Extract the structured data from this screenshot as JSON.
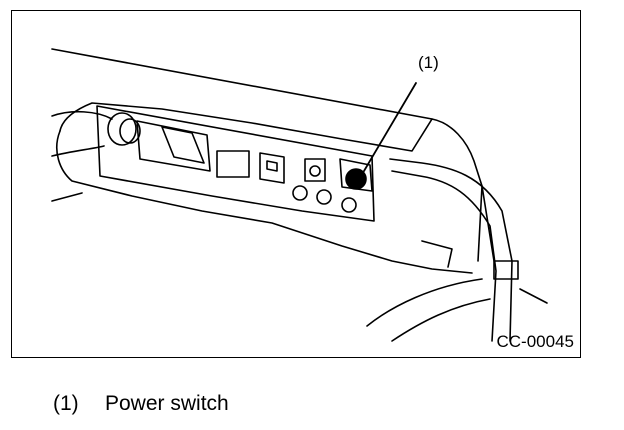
{
  "figure": {
    "callout": "(1)",
    "code": "CC-00045"
  },
  "legend": [
    {
      "number": "(1)",
      "label": "Power switch"
    }
  ],
  "colors": {
    "line": "#000000",
    "background": "#ffffff"
  }
}
